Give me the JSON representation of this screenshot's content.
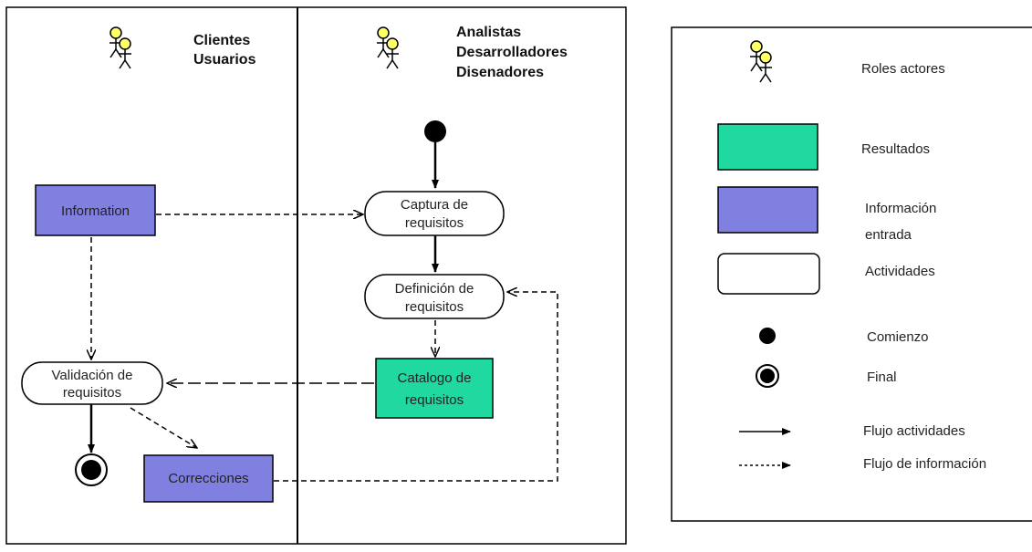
{
  "diagram": {
    "lanes": {
      "left": {
        "line1": "Clientes",
        "line2": "Usuarios"
      },
      "right": {
        "line1": "Analistas",
        "line2": "Desarrolladores",
        "line3": "Disenadores"
      }
    },
    "nodes": {
      "information": "Information",
      "captura_l1": "Captura de",
      "captura_l2": "requisitos",
      "definicion_l1": "Definición de",
      "definicion_l2": "requisitos",
      "catalogo_l1": "Catalogo de",
      "catalogo_l2": "requisitos",
      "validacion_l1": "Validación de",
      "validacion_l2": "requisitos",
      "correcciones": "Correcciones"
    }
  },
  "legend": {
    "roles": "Roles actores",
    "resultados": "Resultados",
    "info_l1": "Información",
    "info_l2": "entrada",
    "actividades": "Actividades",
    "comienzo": "Comienzo",
    "final": "Final",
    "flujo_actividades": "Flujo actividades",
    "flujo_informacion": "Flujo de información"
  },
  "colors": {
    "result_fill": "#20d9a0",
    "info_fill": "#8080e0",
    "actor_head": "#ffff66"
  }
}
